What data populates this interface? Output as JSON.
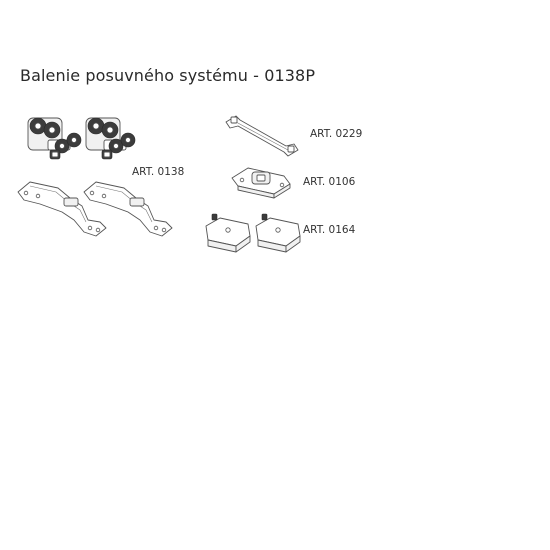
{
  "document": {
    "title": "Balenie posuvného systému - 0138P"
  },
  "items": [
    {
      "id": "0138",
      "label": "ART. 0138"
    },
    {
      "id": "0229",
      "label": "ART. 0229"
    },
    {
      "id": "0106",
      "label": "ART. 0106"
    },
    {
      "id": "0164",
      "label": "ART. 0164"
    }
  ],
  "colors": {
    "text": "#2a2a2a",
    "line": "#555555",
    "dark_part": "#3c3c3c",
    "background": "#ffffff"
  }
}
